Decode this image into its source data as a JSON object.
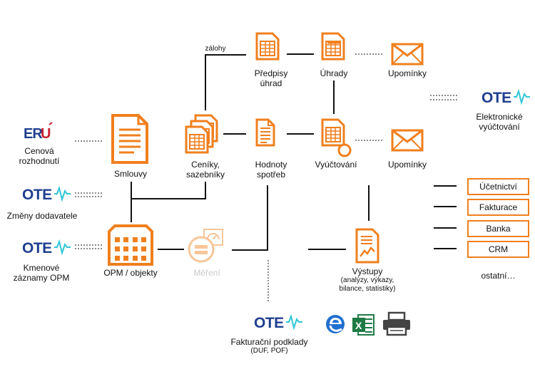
{
  "colors": {
    "accent": "#f07f1d",
    "accent_faded": "#f3c9a2",
    "ote_blue": "#1f3f8f",
    "ote_cyan": "#2fc6d6",
    "line": "#111111",
    "dotted": "#555555"
  },
  "sources": {
    "eru": {
      "logo": "ERÚ",
      "label_line1": "Cenová",
      "label_line2": "rozhodnutí"
    },
    "ote_changes": {
      "logo": "OTE",
      "label": "Změny dodavatele"
    },
    "ote_master": {
      "logo": "OTE",
      "label_line1": "Kmenové",
      "label_line2": "záznamy OPM"
    },
    "ote_billing": {
      "logo": "OTE",
      "label_line1": "Elektronické",
      "label_line2": "vyúčtování"
    },
    "ote_invoice": {
      "logo": "OTE",
      "label": "Fakturační podklady",
      "sublabel": "(DUF, POF)"
    }
  },
  "nodes": {
    "contracts": "Smlouvy",
    "pricelists_line1": "Ceníky,",
    "pricelists_line2": "sazebníky",
    "prescriptions_line1": "Předpisy",
    "prescriptions_line2": "úhrad",
    "payments": "Úhrady",
    "reminders_top": "Upomínky",
    "consumption_line1": "Hodnoty",
    "consumption_line2": "spotřeb",
    "billing": "Vyúčtování",
    "reminders_mid": "Upomínky",
    "opm": "OPM / objekty",
    "metering": "Měření",
    "outputs": "Výstupy",
    "outputs_sub_line1": "(analýzy, výkazy,",
    "outputs_sub_line2": "bilance, statistiky)",
    "advances": "zálohy"
  },
  "systems": [
    "Účetnictví",
    "Fakturace",
    "Banka",
    "CRM"
  ],
  "systems_more": "ostatní…",
  "export_icons": [
    "edge-browser-icon",
    "excel-icon",
    "printer-icon"
  ]
}
